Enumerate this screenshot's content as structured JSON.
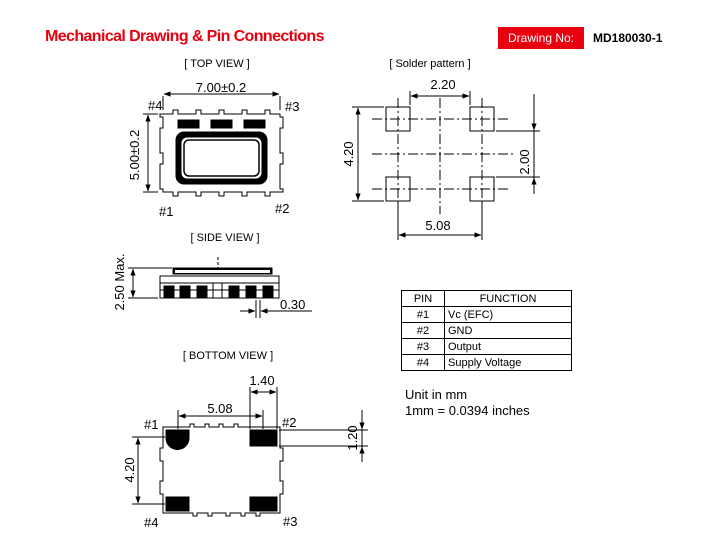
{
  "header": {
    "title": "Mechanical Drawing & Pin Connections",
    "drawing_label": "Drawing No:",
    "drawing_number": "MD180030-1"
  },
  "views": {
    "top": {
      "label": "[ TOP  VIEW ]",
      "width_dim": "7.00±0.2",
      "height_dim": "5.00±0.2",
      "pins": [
        "#1",
        "#2",
        "#3",
        "#4"
      ]
    },
    "solder": {
      "label": "[ Solder pattern ]",
      "dim_top": "2.20",
      "dim_left": "4.20",
      "dim_right": "2.00",
      "dim_bottom": "5.08"
    },
    "side": {
      "label": "[ SIDE  VIEW ]",
      "height_dim": "2.50 Max.",
      "pad_dim": "0.30"
    },
    "bottom": {
      "label": "[ BOTTOM  VIEW ]",
      "dim_pad_width": "1.40",
      "dim_pitch": "5.08",
      "dim_pad_height": "1.20",
      "dim_height": "4.20",
      "pins": [
        "#1",
        "#2",
        "#3",
        "#4"
      ]
    }
  },
  "pin_table": {
    "headers": [
      "PIN",
      "FUNCTION"
    ],
    "rows": [
      {
        "pin": "#1",
        "function": "Vc (EFC)"
      },
      {
        "pin": "#2",
        "function": "GND"
      },
      {
        "pin": "#3",
        "function": "Output"
      },
      {
        "pin": "#4",
        "function": "Supply Voltage"
      }
    ]
  },
  "units": {
    "line1": "Unit in mm",
    "line2": "1mm = 0.0394 inches"
  }
}
